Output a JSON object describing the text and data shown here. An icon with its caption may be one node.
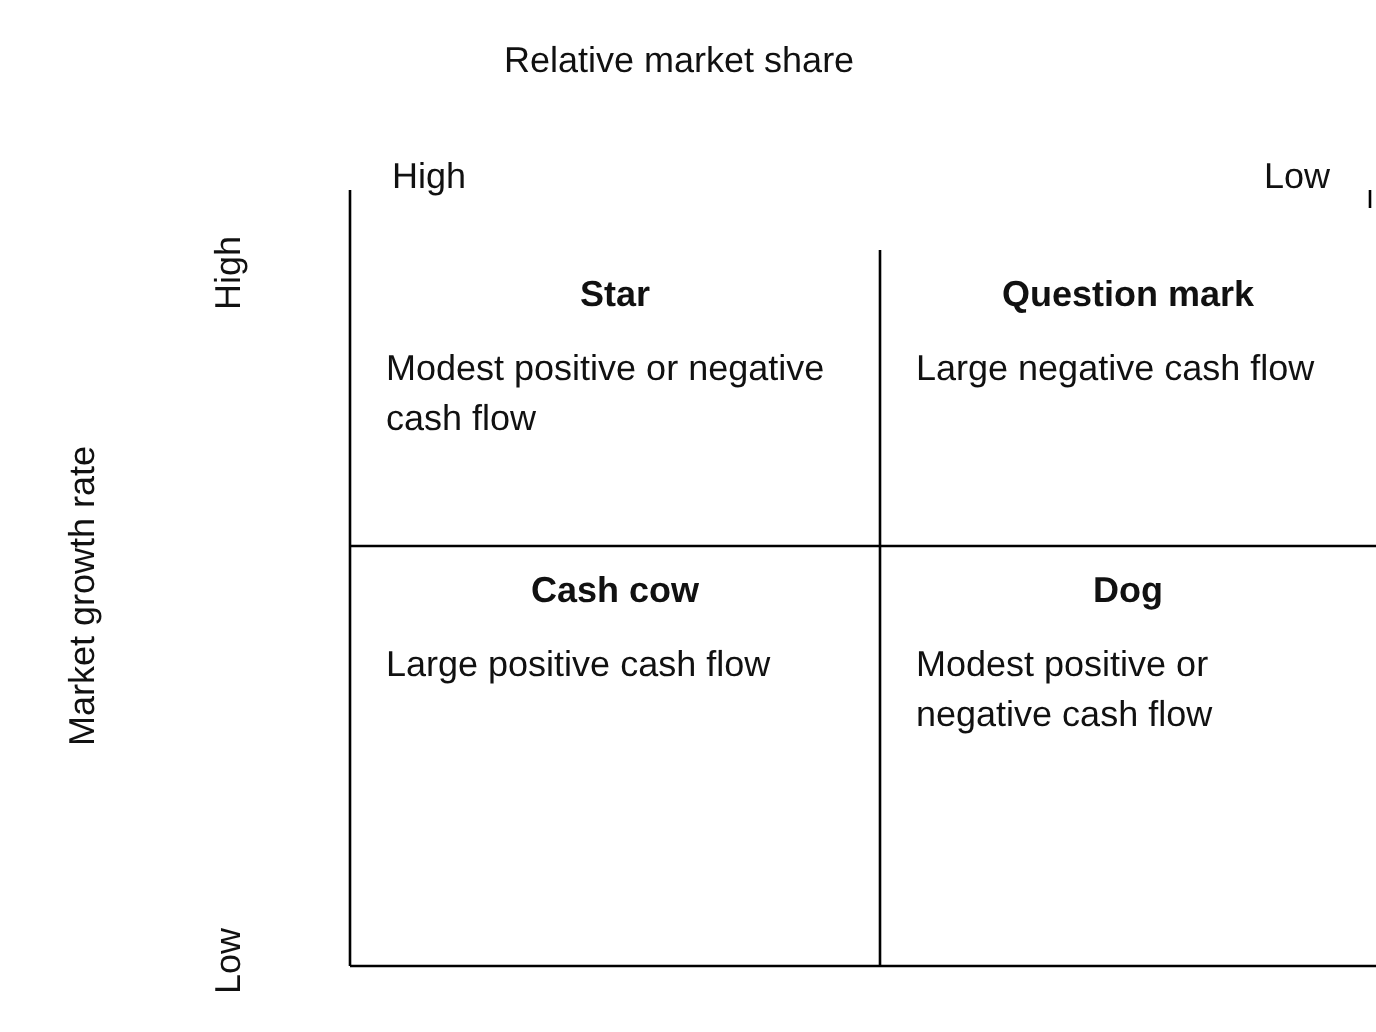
{
  "diagram": {
    "nodes": [
      {
        "text": [
          "Star",
          "Modest positive or negative cash flow"
        ]
      },
      {
        "text": [
          "Question mark",
          "Large negative cash flow"
        ]
      },
      {
        "text": [
          "Cash cow",
          "Large positive cash flow"
        ]
      },
      {
        "text": [
          "Dog",
          "Modest positive or negative cash flow"
        ]
      }
    ],
    "labels": [
      "Relative market share",
      "High",
      "Low",
      "High",
      "Market growth rate",
      "Low"
    ]
  }
}
